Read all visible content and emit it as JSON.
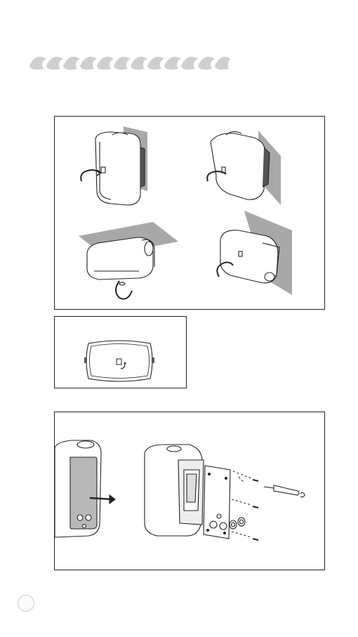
{
  "page": {
    "header_banner": "decorative-section-banner",
    "figures": [
      {
        "id": "orientation-figure",
        "views": [
          "vertical-left-wall",
          "vertical-right-wall",
          "ceiling-mount",
          "horizontal-wall"
        ]
      },
      {
        "id": "logo-rotation-figure"
      },
      {
        "id": "terminal-cover-figure"
      }
    ],
    "colors": {
      "line": "#222222",
      "wall": "#a8a8a8",
      "banner": "#cfcfcf",
      "speaker_fill": "#ffffff",
      "panel_fill": "#b8b8b8"
    }
  }
}
